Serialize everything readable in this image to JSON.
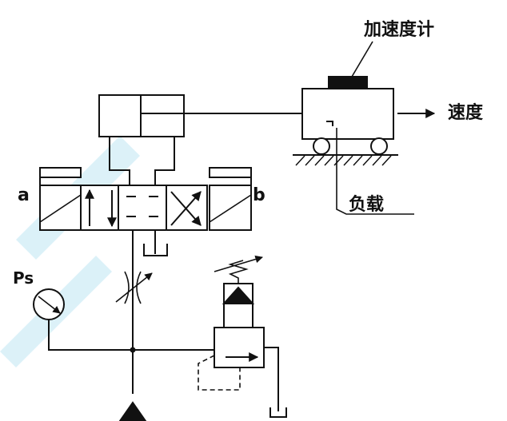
{
  "labels": {
    "accelerometer": "加速度计",
    "velocity": "速度",
    "load": "负载",
    "solenoid_a": "a",
    "solenoid_b": "b",
    "supply_pressure": "Ps"
  },
  "colors": {
    "line": "#111111",
    "watermark": "#bfe6f3",
    "sensor": "#111111",
    "background": "#ffffff"
  },
  "icons": [
    "pressure-gauge-icon",
    "throttle-valve-icon",
    "relief-valve-spring-icon",
    "tank-icon",
    "pump-triangle-icon",
    "spring-icon",
    "wheel-icon"
  ]
}
